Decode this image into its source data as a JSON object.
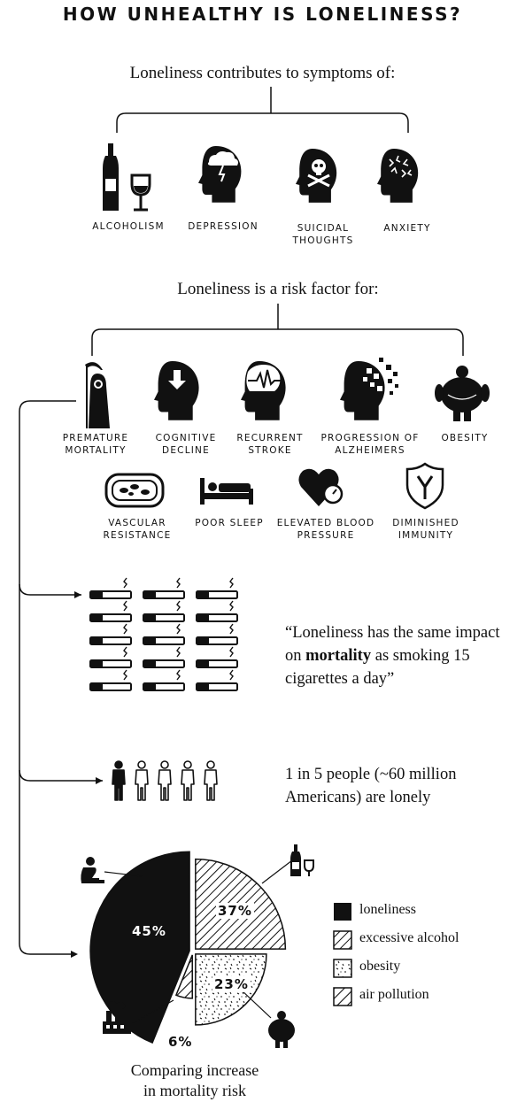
{
  "title": "HOW UNHEALTHY IS LONELINESS?",
  "symptoms_heading": "Loneliness contributes to symptoms of:",
  "symptoms": [
    {
      "l1": "ALCOHOLISM",
      "l2": "",
      "icon": "wine-bottle-icon"
    },
    {
      "l1": "DEPRESSION",
      "l2": "",
      "icon": "storm-cloud-head-icon"
    },
    {
      "l1": "SUICIDAL",
      "l2": "THOUGHTS",
      "icon": "skull-head-icon"
    },
    {
      "l1": "ANXIETY",
      "l2": "",
      "icon": "lightning-head-icon"
    }
  ],
  "risk_heading": "Loneliness is a risk factor for:",
  "risks": [
    {
      "l1": "PREMATURE",
      "l2": "MORTALITY",
      "icon": "grim-reaper-icon"
    },
    {
      "l1": "COGNITIVE",
      "l2": "DECLINE",
      "icon": "arrow-down-head-icon"
    },
    {
      "l1": "RECURRENT",
      "l2": "STROKE",
      "icon": "brain-wave-head-icon"
    },
    {
      "l1": "PROGRESSION OF",
      "l2": "ALZHEIMERS",
      "icon": "dissolving-head-icon"
    },
    {
      "l1": "OBESITY",
      "l2": "",
      "icon": "obese-figure-icon"
    }
  ],
  "risks2": [
    {
      "l1": "VASCULAR",
      "l2": "RESISTANCE",
      "icon": "blood-vessel-icon"
    },
    {
      "l1": "POOR SLEEP",
      "l2": "",
      "icon": "bed-icon"
    },
    {
      "l1": "ELEVATED BLOOD",
      "l2": "PRESSURE",
      "icon": "heart-gauge-icon"
    },
    {
      "l1": "DIMINISHED",
      "l2": "IMMUNITY",
      "icon": "antibody-shield-icon"
    }
  ],
  "cigarette_quote": {
    "before": "“Loneliness has the same impact on ",
    "bold": "mortality",
    "after": " as smoking 15 cigarettes a day”"
  },
  "cigarette_count": 15,
  "people_stat": "1 in 5 people (~60 million Americans) are lonely",
  "people": {
    "total": 5,
    "filled": 1
  },
  "chart_caption_line1": "Comparing increase",
  "chart_caption_line2": "in mortality risk",
  "chart_data": {
    "type": "pie",
    "title": "Comparing increase in mortality risk",
    "categories": [
      "loneliness",
      "excessive alcohol",
      "obesity",
      "air pollution"
    ],
    "values": [
      45,
      37,
      23,
      6
    ],
    "labels": [
      "45%",
      "37%",
      "23%",
      "6%"
    ],
    "legend_position": "right"
  },
  "colors": {
    "ink": "#111111",
    "paper": "#ffffff"
  }
}
